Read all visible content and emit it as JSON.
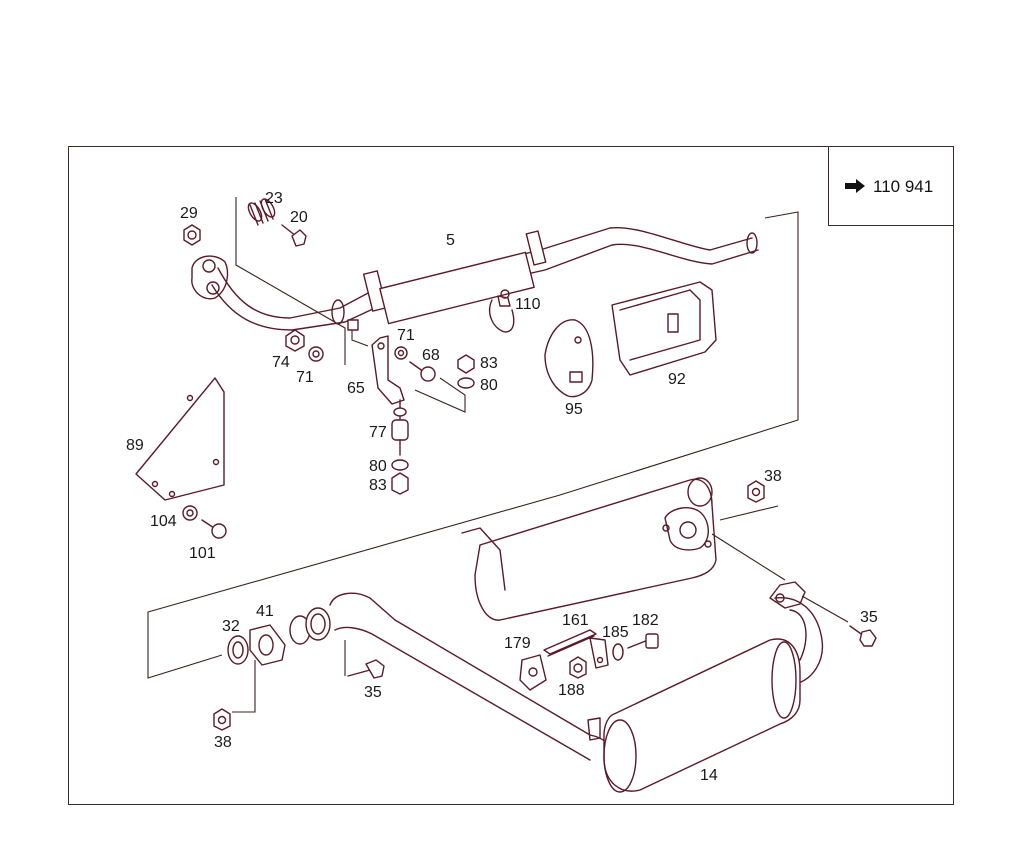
{
  "reference": {
    "text": "110 941",
    "icon": "arrow-right-icon"
  },
  "labels": {
    "p5": "5",
    "p14": "14",
    "p20": "20",
    "p23": "23",
    "p29": "29",
    "p32": "32",
    "p35a": "35",
    "p35b": "35",
    "p38a": "38",
    "p38b": "38",
    "p41": "41",
    "p65": "65",
    "p68": "68",
    "p71a": "71",
    "p71b": "71",
    "p74": "74",
    "p77": "77",
    "p80a": "80",
    "p80b": "80",
    "p83a": "83",
    "p83b": "83",
    "p89": "89",
    "p92": "92",
    "p95": "95",
    "p101": "101",
    "p104": "104",
    "p110": "110",
    "p161": "161",
    "p179": "179",
    "p182": "182",
    "p185": "185",
    "p188": "188"
  },
  "colors": {
    "line": "#5a1a2a",
    "frame": "#3a2a2a",
    "text": "#1a1a1a"
  }
}
